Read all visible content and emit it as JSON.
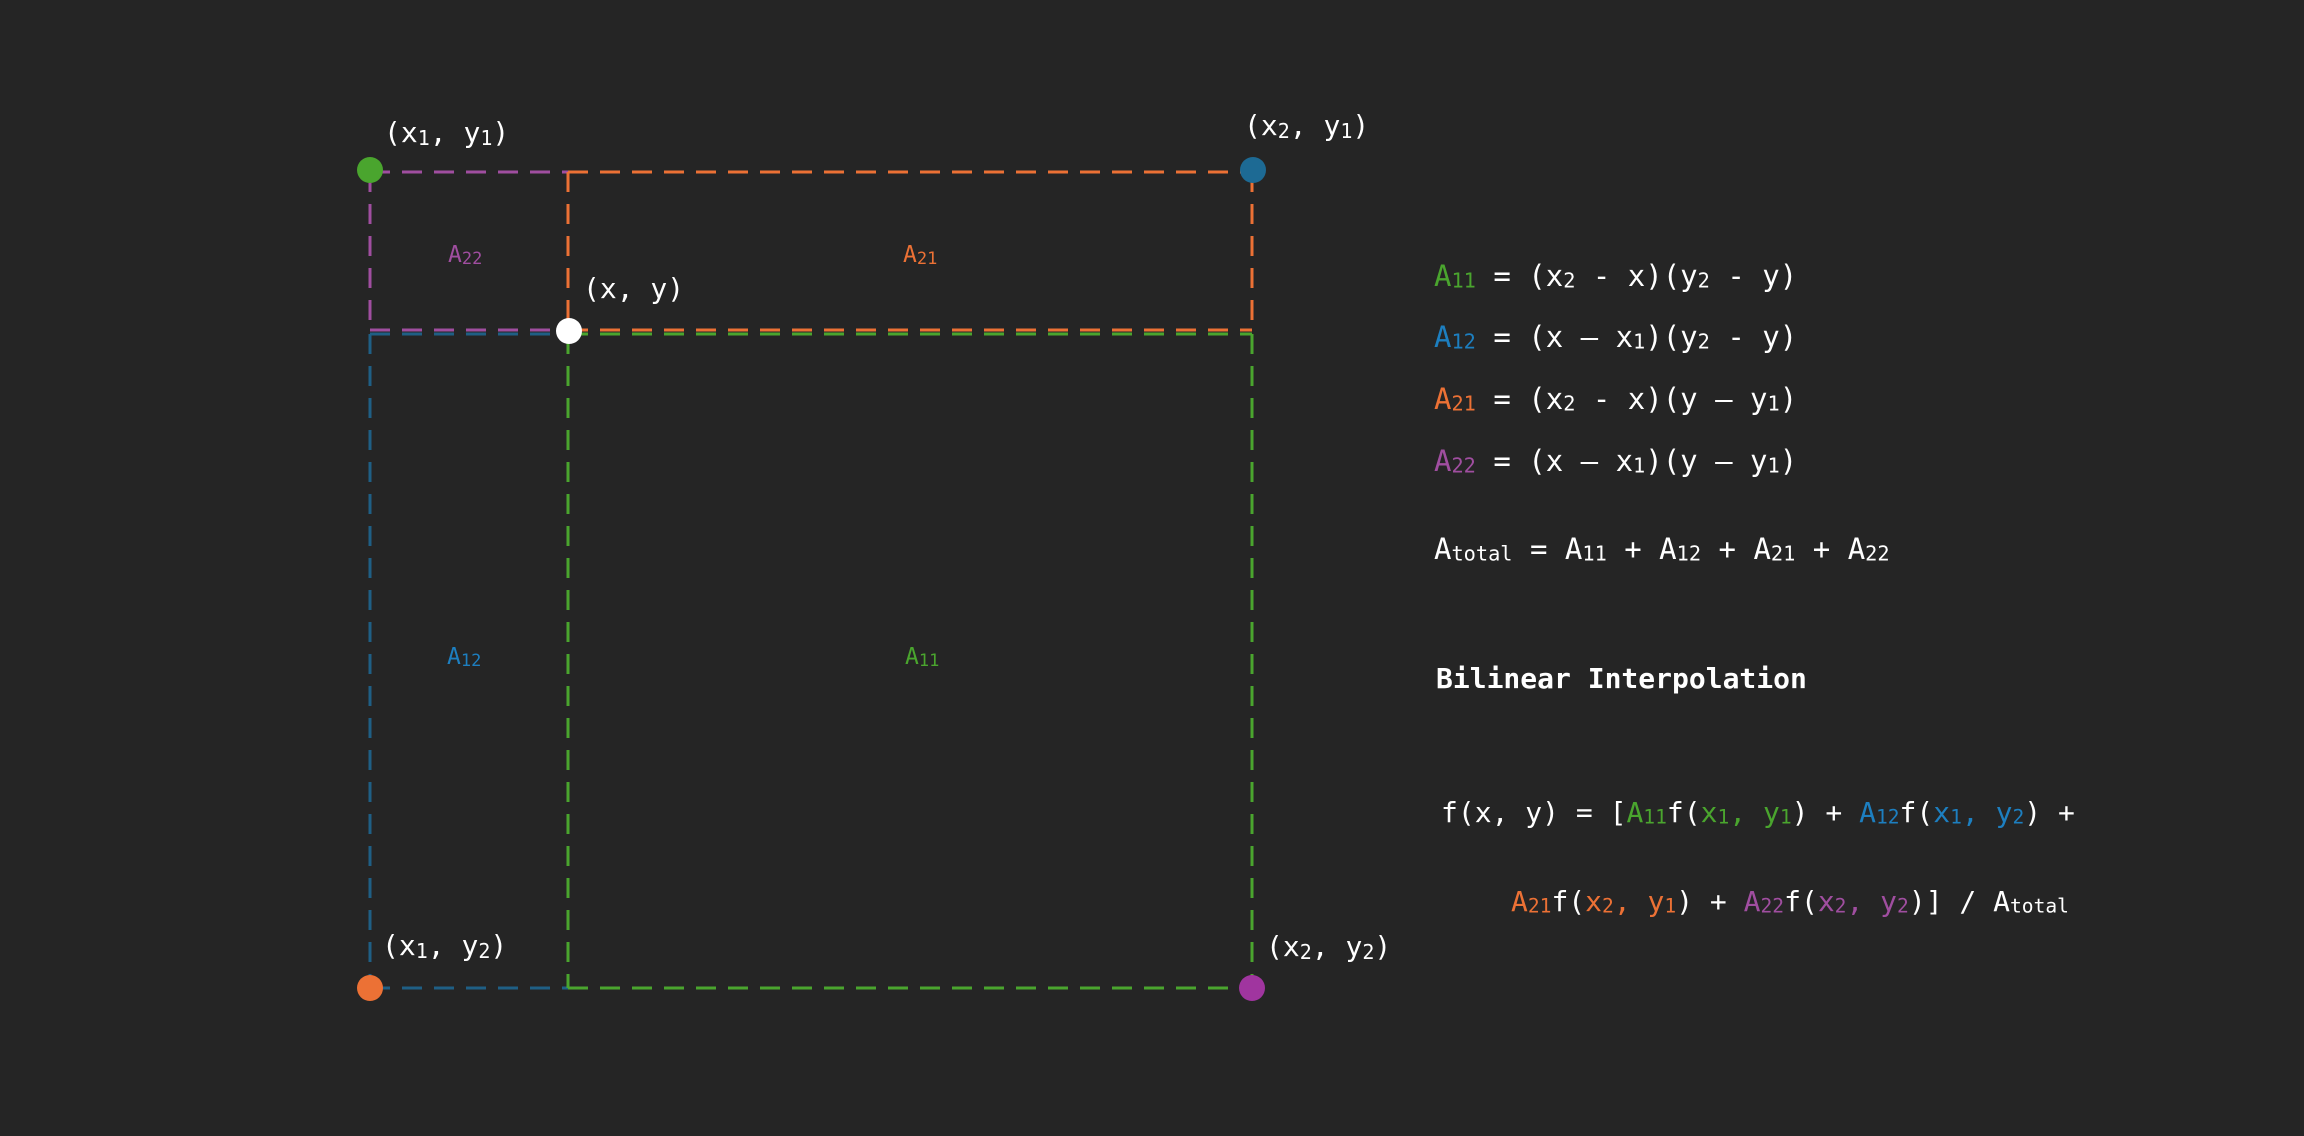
{
  "colors": {
    "background": "#252525",
    "green": "#4aa52e",
    "blue": "#1d7fc0",
    "blue_dark": "#1f5f85",
    "orange": "#ec7135",
    "purple": "#a04ea0",
    "white": "#ffffff"
  },
  "points": {
    "top_left": {
      "base": "(x",
      "s1": "1",
      "mid": ", y",
      "s2": "1",
      "end": ")"
    },
    "top_right": {
      "base": "(x",
      "s1": "2",
      "mid": ", y",
      "s2": "1",
      "end": ")"
    },
    "bottom_left": {
      "base": "(x",
      "s1": "1",
      "mid": ", y",
      "s2": "2",
      "end": ")"
    },
    "bottom_right": {
      "base": "(x",
      "s1": "2",
      "mid": ", y",
      "s2": "2",
      "end": ")"
    },
    "center": "(x, y)"
  },
  "region_labels": {
    "a22": {
      "base": "A",
      "sub": "22"
    },
    "a21": {
      "base": "A",
      "sub": "21"
    },
    "a12": {
      "base": "A",
      "sub": "12"
    },
    "a11": {
      "base": "A",
      "sub": "11"
    }
  },
  "equations": {
    "a11": {
      "name": "A",
      "sub": "11",
      "rhs": [
        " = (x",
        "2",
        " - x)(y",
        "2",
        " - y)"
      ]
    },
    "a12": {
      "name": "A",
      "sub": "12",
      "rhs": [
        " = (x – x",
        "1",
        ")(y",
        "2",
        " - y)"
      ]
    },
    "a21": {
      "name": "A",
      "sub": "21",
      "rhs": [
        " = (x",
        "2",
        " - x)(y – y",
        "1",
        ")"
      ]
    },
    "a22": {
      "name": "A",
      "sub": "22",
      "rhs": [
        " = (x – x",
        "1",
        ")(y – y",
        "1",
        ")"
      ]
    },
    "total": {
      "name": "A",
      "sub": "total",
      "rhs": " = A",
      "t1": "11",
      "p1": " + A",
      "t2": "12",
      "p2": " + A",
      "t3": "21",
      "p3": " + A",
      "t4": "22"
    }
  },
  "title": "Bilinear Interpolation",
  "formula": {
    "lhs": "f(x, y) = [",
    "t1_name": "A",
    "t1_sub": "11",
    "t1_f": "f(",
    "t1_args": "x",
    "t1_s1": "1",
    "t1_mid": ", y",
    "t1_s2": "1",
    "t1_close": ") + ",
    "t2_name": "A",
    "t2_sub": "12",
    "t2_f": "f(",
    "t2_args": "x",
    "t2_s1": "1",
    "t2_mid": ", y",
    "t2_s2": "2",
    "t2_close": ") +",
    "t3_name": "A",
    "t3_sub": "21",
    "t3_f": "f(",
    "t3_args": "x",
    "t3_s1": "2",
    "t3_mid": ", y",
    "t3_s2": "1",
    "t3_close": ") + ",
    "t4_name": "A",
    "t4_sub": "22",
    "t4_f": "f(",
    "t4_args": "x",
    "t4_s1": "2",
    "t4_mid": ", y",
    "t4_s2": "2",
    "t4_close": ")] / A",
    "total_sub": "total"
  }
}
